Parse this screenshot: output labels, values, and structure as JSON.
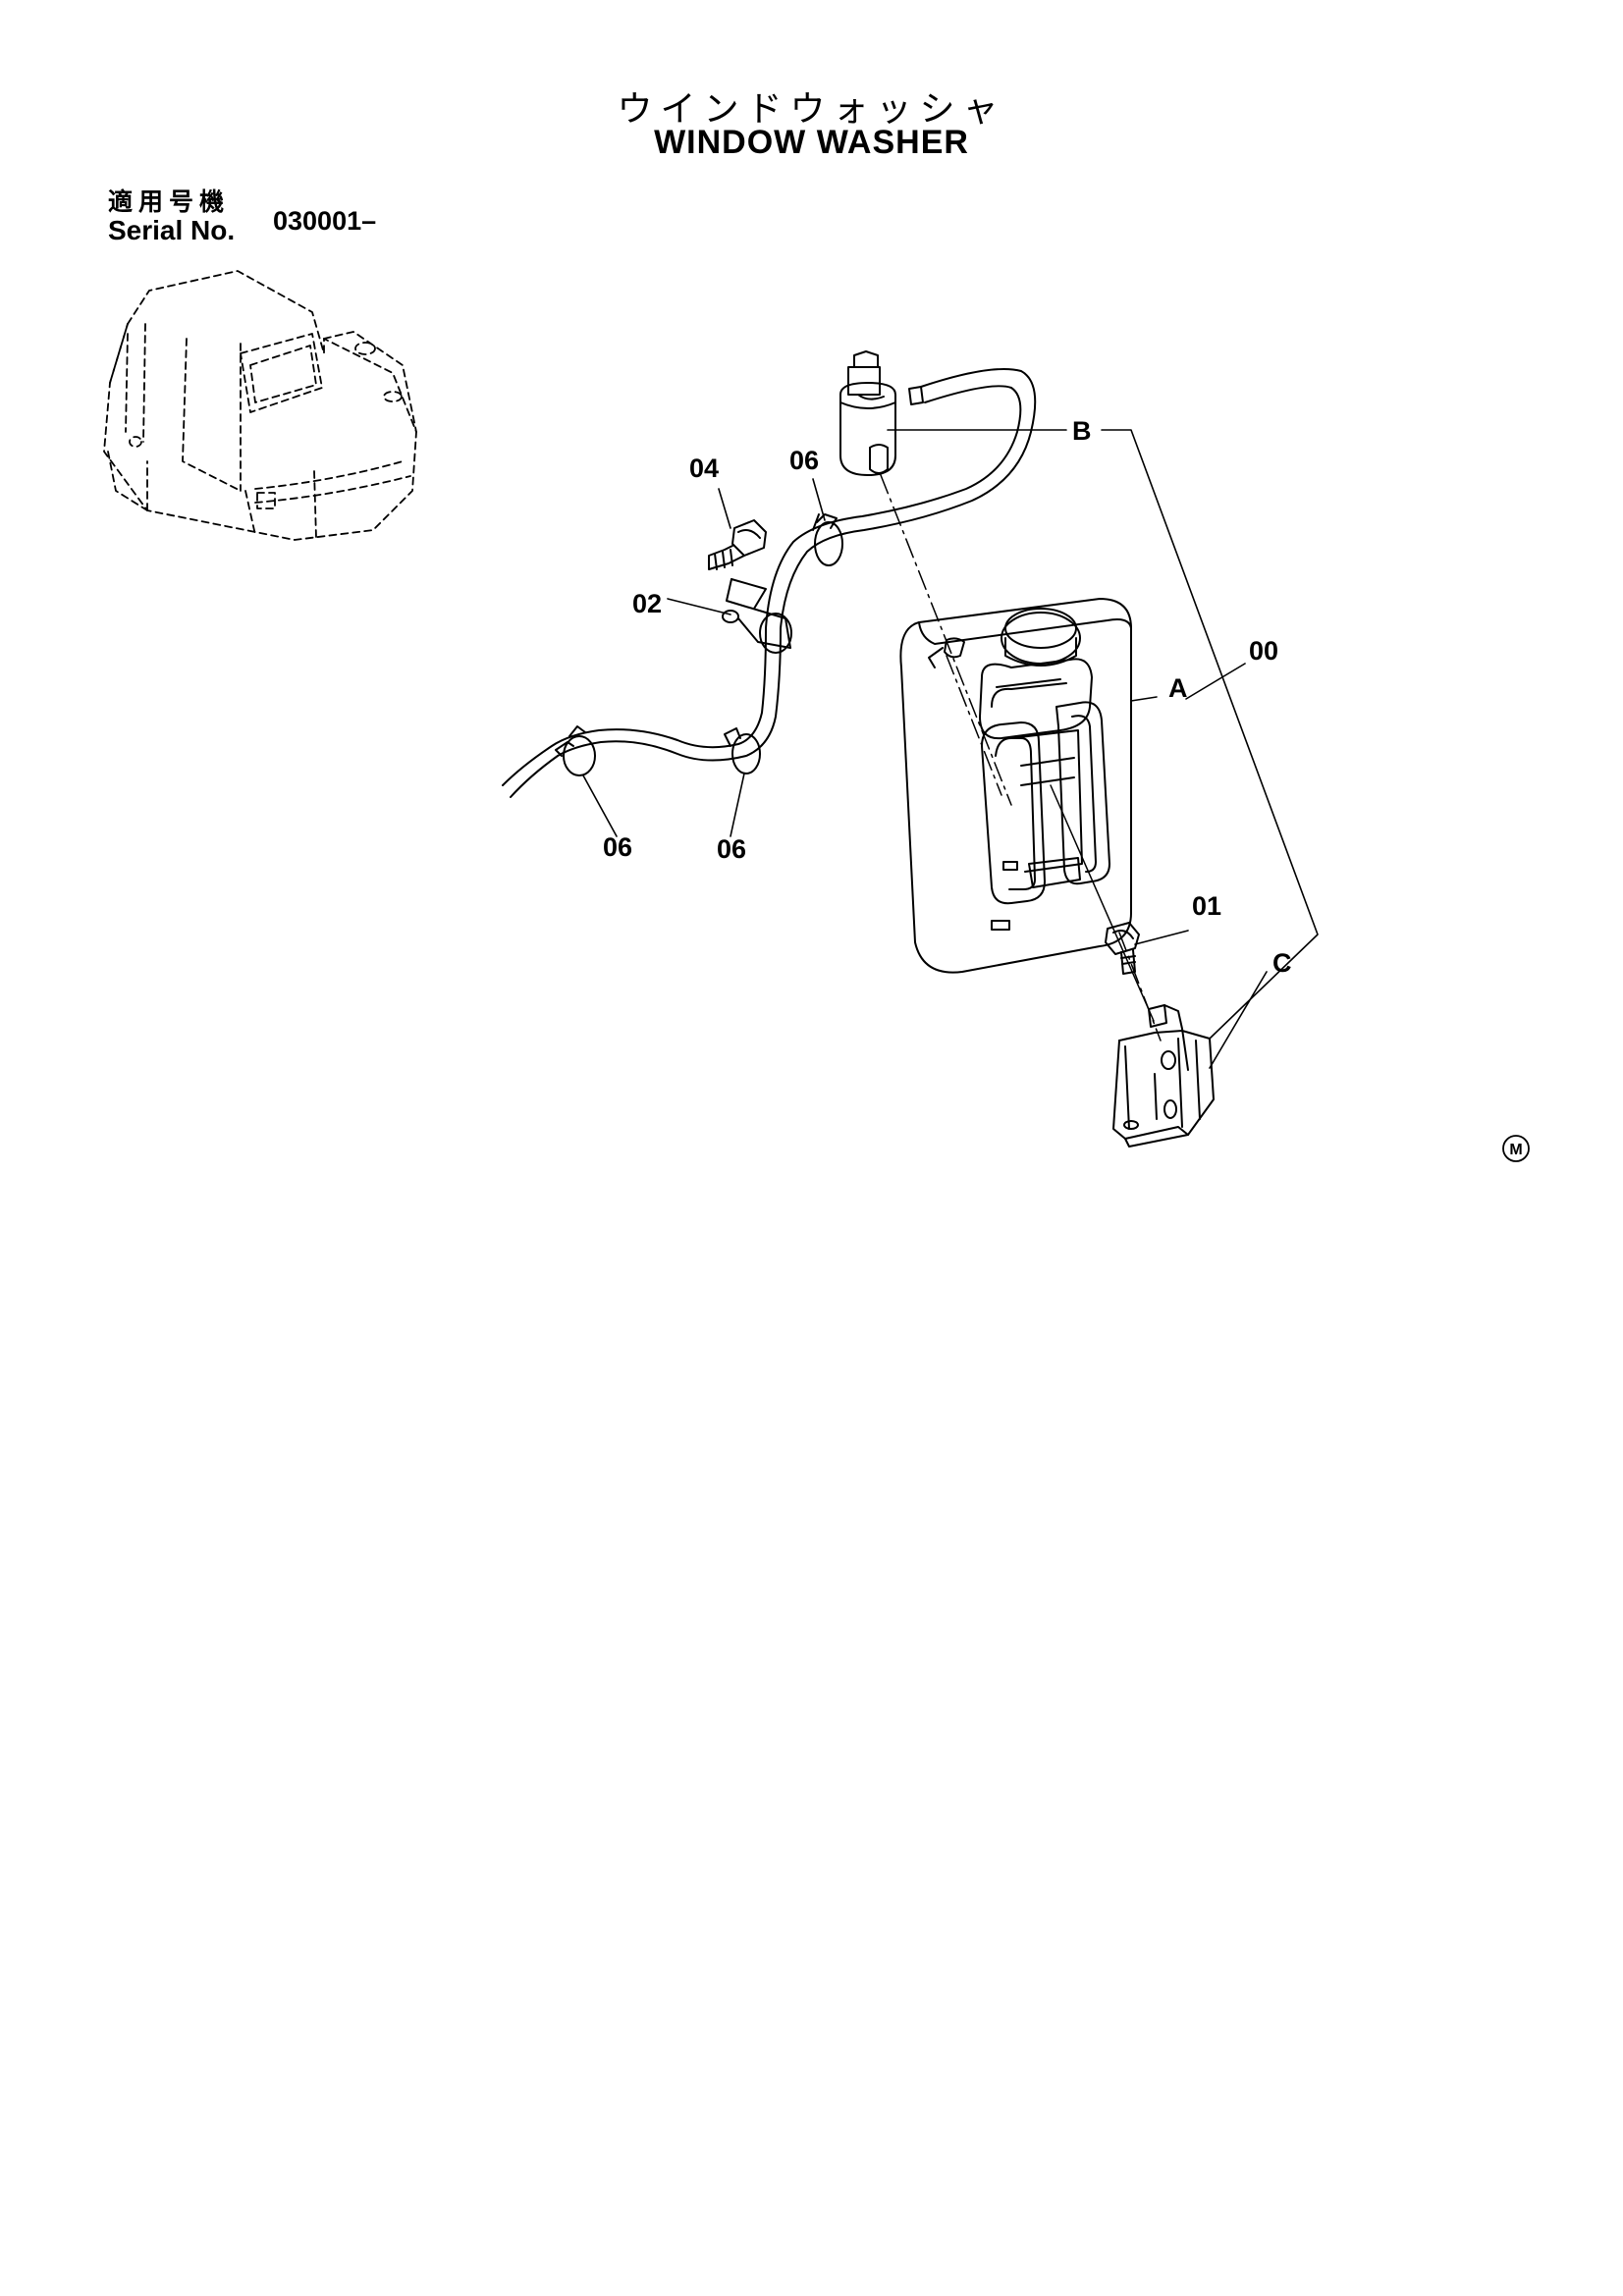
{
  "header": {
    "title_jp": "ウインドウォッシャ",
    "title_en": "WINDOW   WASHER"
  },
  "serial": {
    "label_jp": "適用号機",
    "label_en": "Serial No.",
    "value": "030001–"
  },
  "callouts": {
    "c00": "00",
    "c01": "01",
    "c02": "02",
    "c04": "04",
    "c06_top": "06",
    "c06_left": "06",
    "c06_mid": "06",
    "ref_a": "A",
    "ref_b": "B",
    "ref_c": "C"
  },
  "corner_mark": "M"
}
